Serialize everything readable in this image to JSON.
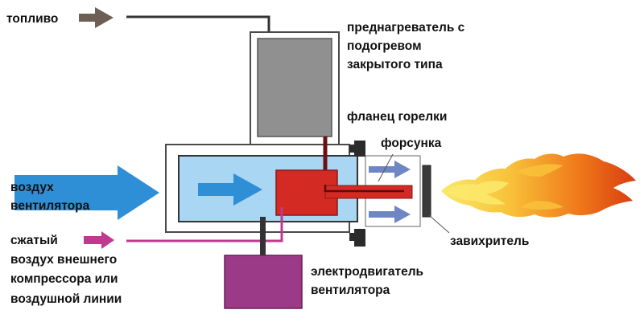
{
  "labels": {
    "fuel": "топливо",
    "preheater_line1": "преднагреватель с",
    "preheater_line2": "подогревом",
    "preheater_line3": "закрытого типа",
    "flange": "фланец горелки",
    "nozzle": "форсунка",
    "fan_air_line1": "воздух",
    "fan_air_line2": "вентилятора",
    "compressed_line1": "сжатый",
    "compressed_line2": "воздух внешнего",
    "compressed_line3": "компрессора или",
    "compressed_line4": "воздушной линии",
    "swirler": "завихритель",
    "motor_line1": "электродвигатель",
    "motor_line2": "вентилятора"
  },
  "colors": {
    "fuel_arrow": "#6e5f55",
    "air_blue": "#2e8fd6",
    "chamber_light_blue": "#a9d6f2",
    "preheater_gray": "#909090",
    "heater_red": "#d42a24",
    "compressed_air_magenta": "#c0398f",
    "motor_purple": "#9b3a86",
    "flange_dark": "#2b2b2b",
    "outlet_arrow_blue": "#6e86c4",
    "flame_orange": "#f07a1a",
    "flame_yellow": "#f8d23a"
  }
}
